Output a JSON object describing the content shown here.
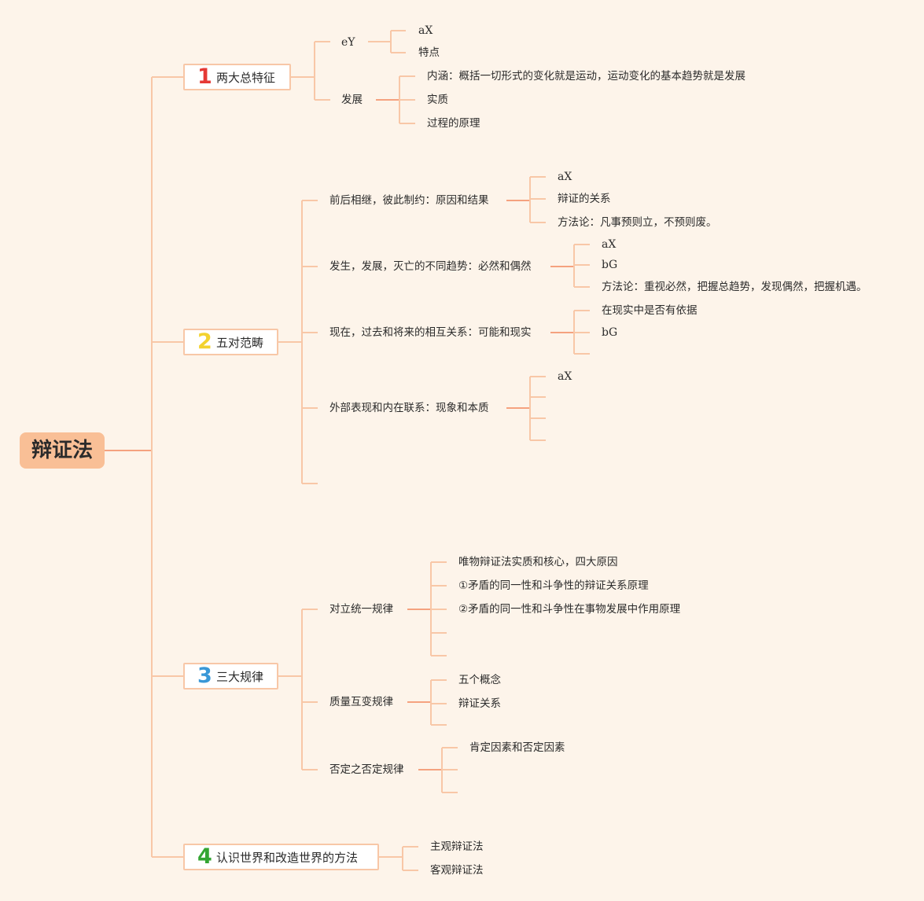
{
  "root": {
    "label": "辩证法"
  },
  "colors": {
    "line": "#f8c7a7",
    "line_dark": "#f5a27f",
    "num1": "#e53935",
    "num2": "#f3d22f",
    "num3": "#3a98d7",
    "num4": "#33a532"
  },
  "branches": [
    {
      "number": "1",
      "label": "两大总特征",
      "number_color": "#e53935",
      "children": [
        {
          "label": "eY",
          "children": [
            "aX",
            "特点"
          ]
        },
        {
          "label": "发展",
          "children": [
            "内涵：概括一切形式的变化就是运动，运动变化的基本趋势就是发展",
            "实质",
            "过程的原理"
          ]
        }
      ]
    },
    {
      "number": "2",
      "label": "五对范畴",
      "number_color": "#f3d22f",
      "children": [
        {
          "label": "前后相继，彼此制约：原因和结果",
          "children": [
            "aX",
            "辩证的关系",
            "方法论：凡事预则立，不预则废。"
          ]
        },
        {
          "label": "发生，发展，灭亡的不同趋势：必然和偶然",
          "children": [
            "aX",
            "bG",
            "方法论：重视必然，把握总趋势，发现偶然，把握机遇。"
          ]
        },
        {
          "label": "现在，过去和将来的相互关系：可能和现实",
          "children": [
            "在现实中是否有依据",
            "bG",
            ""
          ]
        },
        {
          "label": "外部表现和内在联系：现象和本质",
          "children": [
            "aX",
            "",
            "",
            ""
          ]
        },
        {
          "label": "",
          "children": []
        }
      ]
    },
    {
      "number": "3",
      "label": "三大规律",
      "number_color": "#3a98d7",
      "children": [
        {
          "label": "对立统一规律",
          "children": [
            "唯物辩证法实质和核心，四大原因",
            "①矛盾的同一性和斗争性的辩证关系原理",
            "②矛盾的同一性和斗争性在事物发展中作用原理",
            "",
            ""
          ]
        },
        {
          "label": "质量互变规律",
          "children": [
            "五个概念",
            "辩证关系",
            ""
          ]
        },
        {
          "label": "否定之否定规律",
          "children": [
            "肯定因素和否定因素",
            "",
            ""
          ]
        }
      ]
    },
    {
      "number": "4",
      "label": "认识世界和改造世界的方法",
      "number_color": "#33a532",
      "children": [
        "主观辩证法",
        "客观辩证法"
      ]
    }
  ]
}
